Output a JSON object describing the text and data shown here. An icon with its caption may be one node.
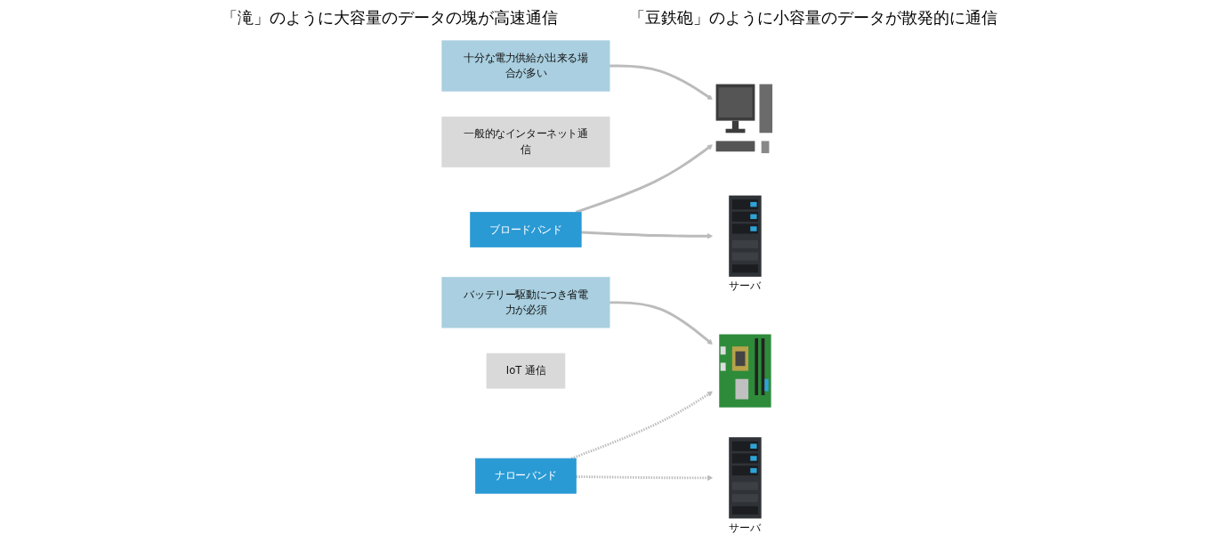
{
  "diagram": {
    "nodes": [
      {
        "text": [
          "一般的なインターネット通信"
        ]
      },
      {
        "text": [],
        "shape": "picture"
      },
      {
        "text": [
          "十分な電力供給が出来る場合が多い"
        ]
      },
      {
        "text": [
          "ブロードバンド"
        ]
      },
      {
        "text": [],
        "shape": "picture",
        "beside": [
          "サーバ"
        ]
      },
      {
        "text": [
          "IoT 通信"
        ]
      },
      {
        "text": [],
        "shape": "picture"
      },
      {
        "text": [
          "バッテリー駆動につき省電力が必須"
        ]
      },
      {
        "text": [
          "ナローバンド"
        ]
      },
      {
        "text": [],
        "shape": "picture",
        "beside": [
          "サーバ"
        ]
      }
    ],
    "edges": [
      {
        "from": 2,
        "to": 1,
        "arrow": "to"
      },
      {
        "from": 3,
        "to": 1,
        "arrow": "to"
      },
      {
        "from": 3,
        "to": 4,
        "arrow": "to"
      },
      {
        "from": 7,
        "to": 6,
        "arrow": "to"
      },
      {
        "from": 8,
        "to": 6,
        "arrow": "to",
        "style": "dashed"
      },
      {
        "from": 8,
        "to": 9,
        "arrow": "to",
        "style": "dashed"
      }
    ],
    "labels": [
      "「滝」のように大容量のデータの塊が高速通信",
      "「豆鉄砲」のように小容量のデータが散発的に通信"
    ]
  }
}
